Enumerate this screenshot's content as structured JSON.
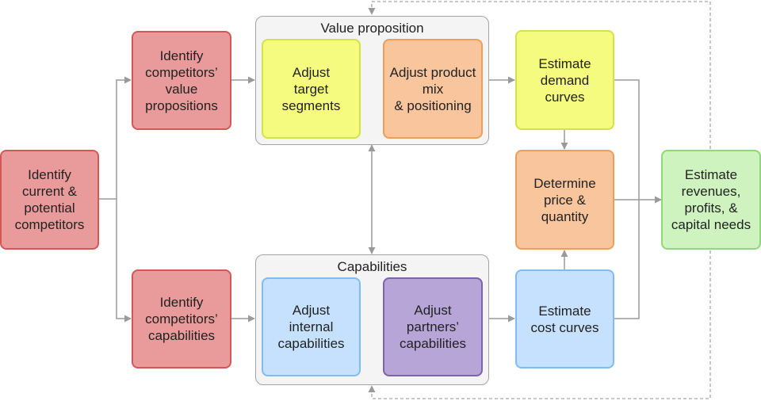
{
  "groups": {
    "value_proposition": "Value proposition",
    "capabilities": "Capabilities"
  },
  "nodes": {
    "identify_competitors": "Identify\ncurrent &\npotential\ncompetitors",
    "competitors_value": "Identify\ncompetitors’\nvalue\npropositions",
    "competitors_capabilities": "Identify\ncompetitors’\ncapabilities",
    "adjust_target": "Adjust\ntarget\nsegments",
    "adjust_product": "Adjust product\nmix\n& positioning",
    "adjust_internal": "Adjust\ninternal\ncapabilities",
    "adjust_partners": "Adjust\npartners’\ncapabilities",
    "estimate_demand": "Estimate\ndemand\ncurves",
    "determine_price": "Determine\nprice &\nquantity",
    "estimate_cost": "Estimate\ncost curves",
    "estimate_revenues": "Estimate\nrevenues,\nprofits, &\ncapital needs"
  },
  "colors": {
    "red": "#e99a9a",
    "yellow": "#f5fb7f",
    "orange": "#f8c59d",
    "blue": "#c5e1fd",
    "purple": "#b7a5d8",
    "green": "#cff3bf",
    "connector": "#9a9a9a"
  }
}
